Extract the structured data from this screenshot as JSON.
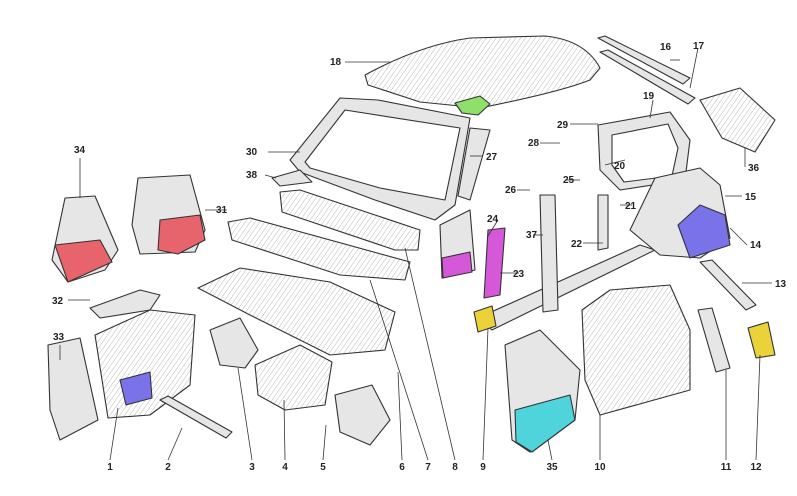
{
  "diagram": {
    "callouts": [
      "1",
      "2",
      "3",
      "4",
      "5",
      "6",
      "7",
      "8",
      "9",
      "10",
      "11",
      "12",
      "13",
      "14",
      "15",
      "16",
      "17",
      "18",
      "19",
      "20",
      "21",
      "22",
      "23",
      "24",
      "25",
      "26",
      "27",
      "28",
      "29",
      "30",
      "31",
      "32",
      "33",
      "34",
      "35",
      "36",
      "37",
      "38"
    ]
  },
  "colors": {
    "line": "#333333",
    "panel_fill": "#e6e6e6",
    "highlight_red": "#e8646c",
    "highlight_blue": "#7a72e8",
    "highlight_magenta": "#d458d8",
    "highlight_green": "#8ee06a",
    "highlight_yellow": "#ecd23a",
    "highlight_cyan": "#4fd4dc"
  }
}
